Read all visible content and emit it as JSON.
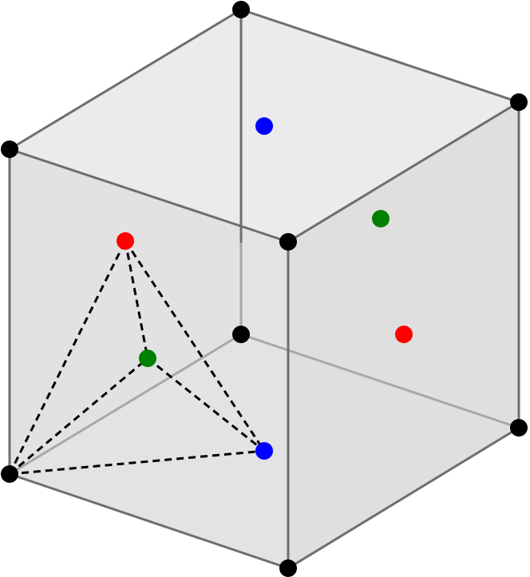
{
  "colors": {
    "background": "#ffffff",
    "edge": "#6e6e6e",
    "hidden_edge": "#a8a8a8",
    "vertex": "#000000",
    "red": "#ff0000",
    "green": "#008000",
    "blue": "#0000ff",
    "dashed": "#000000",
    "face_light": "#ebebeb",
    "face_mid": "#e2e2e2",
    "face_dark": "#dadada"
  },
  "cube": {
    "vertices": [
      "corner-top-back",
      "corner-top-left",
      "corner-top-right",
      "corner-top-front",
      "corner-bottom-back",
      "corner-bottom-left",
      "corner-bottom-right",
      "corner-bottom-front"
    ]
  },
  "face_centers": [
    {
      "name": "top-face-center",
      "color": "blue"
    },
    {
      "name": "right-back-face-center",
      "color": "green"
    },
    {
      "name": "right-front-face-center",
      "color": "red"
    },
    {
      "name": "left-back-face-center",
      "color": "red"
    },
    {
      "name": "left-inner-face-center",
      "color": "green"
    },
    {
      "name": "bottom-face-center",
      "color": "blue"
    }
  ],
  "tetrahedron": {
    "style": "dashed"
  }
}
